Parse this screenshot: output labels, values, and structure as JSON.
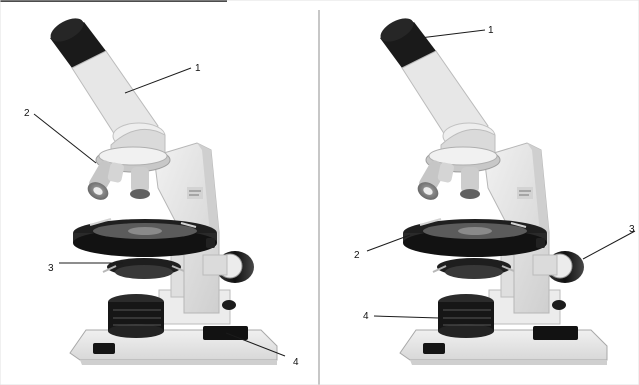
{
  "panels": [
    {
      "labels": [
        "1",
        "2",
        "3",
        "4"
      ]
    },
    {
      "labels": [
        "1",
        "2",
        "3",
        "4"
      ]
    }
  ],
  "colors": {
    "body": "#e9e9e9",
    "shadow": "#b9b9b9",
    "dark": "#1f1f1f",
    "mid": "#8c8c8c",
    "line": "#222222",
    "frame": "#9a9a9a"
  },
  "icons": [
    "microscope-illustration",
    "eyepiece",
    "objective-turret",
    "stage",
    "focus-knob",
    "base"
  ]
}
